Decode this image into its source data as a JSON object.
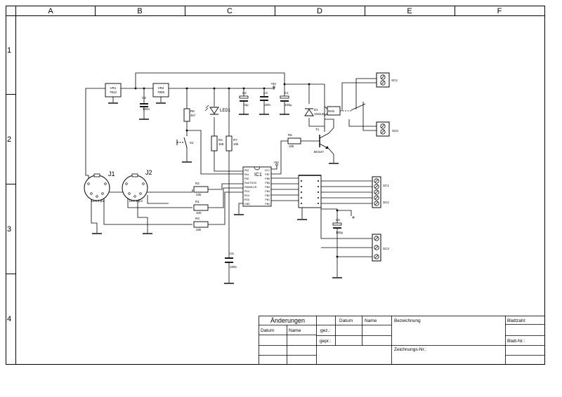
{
  "frame": {
    "columns": [
      "A",
      "B",
      "C",
      "D",
      "E",
      "F"
    ],
    "rows": [
      "1",
      "2",
      "3",
      "4"
    ]
  },
  "components": {
    "vr1": {
      "ref": "VR1",
      "value": "7812"
    },
    "vr2": {
      "ref": "VR2",
      "value": "7805"
    },
    "c3": {
      "ref": "C3",
      "value": "100n"
    },
    "c2": {
      "ref": "C2",
      "value": "10µ"
    },
    "c4": {
      "ref": "C4",
      "value": "100n"
    },
    "c1": {
      "ref": "C1",
      "value": "100µ"
    },
    "c5": {
      "ref": "C5",
      "value": "100µ"
    },
    "c6": {
      "ref": "C6",
      "value": "100n"
    },
    "r6": {
      "ref": "R6",
      "value": "4k7"
    },
    "r4": {
      "ref": "R4",
      "value": "1k8"
    },
    "r7": {
      "ref": "R7",
      "value": "10k"
    },
    "r5": {
      "ref": "R5",
      "value": "10k"
    },
    "r1": {
      "ref": "R1",
      "value": "100"
    },
    "r2": {
      "ref": "R2",
      "value": "22k"
    },
    "r3": {
      "ref": "R3",
      "value": "22k"
    },
    "led1": {
      "ref": "LED1"
    },
    "s1": {
      "ref": "S1"
    },
    "d1": {
      "ref": "D1",
      "value": "1N4148"
    },
    "t1": {
      "ref": "T1",
      "value": "BC547"
    },
    "rel1": {
      "ref": "Rel1"
    },
    "ic1": {
      "ref": "IC1"
    },
    "j1": {
      "ref": "J1",
      "value": "DIN 5 pol"
    },
    "j2": {
      "ref": "J2",
      "value": "DIN 5 pol"
    },
    "sc1": {
      "ref": "SC1"
    },
    "sc2": {
      "ref": "SC2"
    },
    "sc3": {
      "ref": "SC3"
    },
    "sc4": {
      "ref": "SC4"
    },
    "sc5": {
      "ref": "SC5"
    },
    "vcc_a": "+5V",
    "vcc_b": "+5V"
  },
  "ic1_pins_left": [
    "PA2",
    "PA1",
    "PA0",
    "PA4/T0CKI",
    "PA5/MCLR",
    "PD3",
    "PD4",
    "PD5",
    "GND"
  ],
  "ic1_pins_right": [
    "VCC",
    "PB7",
    "PB6",
    "PB5",
    "PB4",
    "PB3",
    "PB2",
    "PB1",
    "PB0"
  ],
  "title_block": {
    "changes": "Änderungen",
    "date_header": "Datum",
    "name_header": "Name",
    "col_date": "Datum",
    "col_name": "Name",
    "checked": "gez.:",
    "approved": "gepr.:",
    "designation": "Bezeichnung",
    "drawing_no": "Zeichnungs-Nr.:",
    "sheet_count": "Blattzahl:",
    "sheet_no": "Blatt-Nr.:"
  }
}
